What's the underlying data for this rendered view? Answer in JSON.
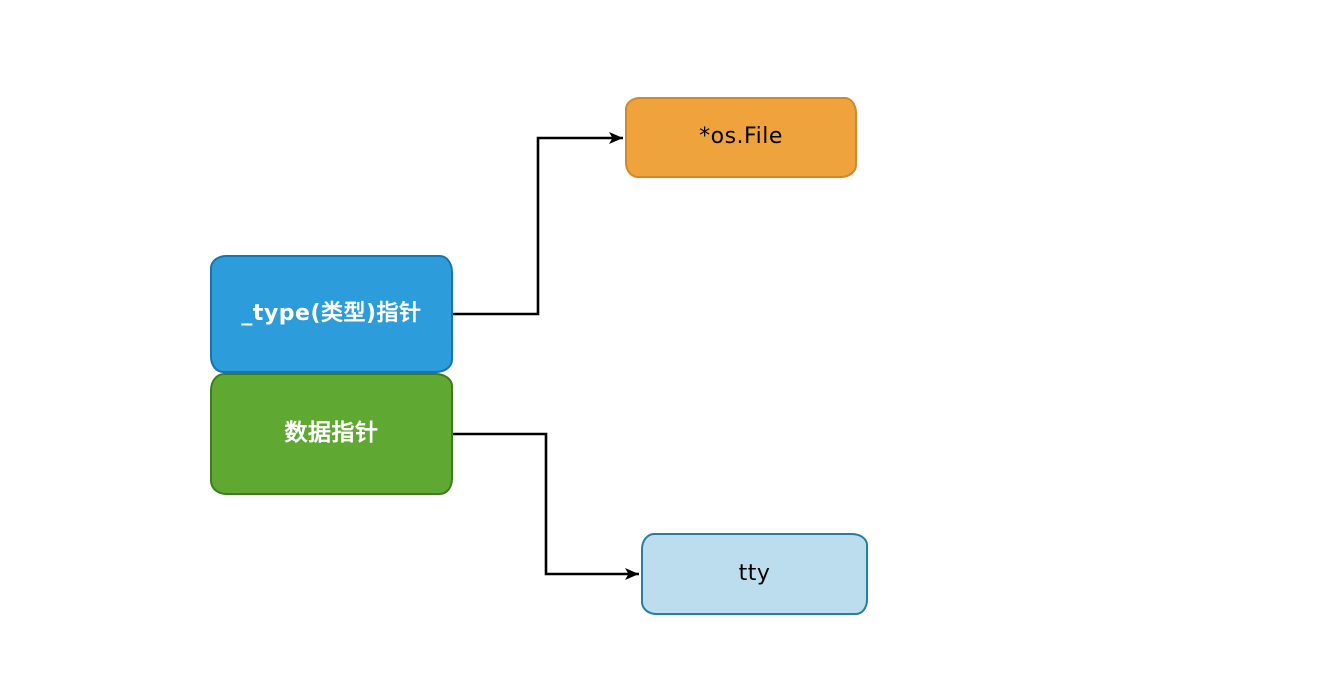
{
  "diagram": {
    "nodes": [
      {
        "name": "type-pointer",
        "label": "_type(类型)指针",
        "fill": "#2D9CDB",
        "border": "#1674B4",
        "text_color": "#FFFFFF"
      },
      {
        "name": "data-pointer",
        "label": "数据指针",
        "fill": "#5FA933",
        "border": "#3E7D1E",
        "text_color": "#FFFFFF"
      },
      {
        "name": "os-file",
        "label": "*os.File",
        "fill": "#EFA33D",
        "border": "#D2882B",
        "text_color": "#000000"
      },
      {
        "name": "tty",
        "label": "tty",
        "fill": "#BBDDEE",
        "border": "#23809F",
        "text_color": "#000000"
      }
    ],
    "edges": [
      {
        "from": "_type(类型)指针",
        "to": "*os.File",
        "color": "#000000"
      },
      {
        "from": "数据指针",
        "to": "tty",
        "color": "#000000"
      }
    ]
  }
}
